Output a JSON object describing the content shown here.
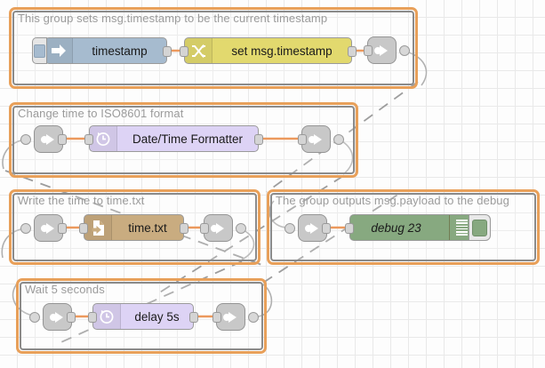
{
  "app": {
    "name": "Node-RED flow editor canvas",
    "grid_size": 20,
    "colors": {
      "group_selected_border": "#e8a05a",
      "group_border": "#8b8b8b",
      "wire": "#e8833a",
      "link_wire": "#9b9b9b",
      "inject": "#a6bbcf",
      "change": "#e2d96e",
      "moment": "#ddd3f5",
      "file": "#c9ac80",
      "debug": "#87a980",
      "link_node": "#c8c8c8",
      "label_text": "#9b9b9b"
    }
  },
  "groups": [
    {
      "id": "group-timestamp",
      "label": "This group sets msg.timestamp to be the current timestamp",
      "nodes": [
        {
          "id": "inject-timestamp",
          "type": "inject",
          "label": "timestamp",
          "icon": "inject-arrow-icon"
        },
        {
          "id": "change-set-timestamp",
          "type": "change",
          "label": "set msg.timestamp",
          "icon": "shuffle-icon"
        },
        {
          "id": "link-out-1",
          "type": "link-out",
          "label": "",
          "icon": "link-out-icon"
        }
      ]
    },
    {
      "id": "group-iso8601",
      "label": "Change time to ISO8601 format",
      "nodes": [
        {
          "id": "link-in-1",
          "type": "link-in",
          "label": "",
          "icon": "link-in-icon"
        },
        {
          "id": "moment-formatter",
          "type": "moment",
          "label": "Date/Time Formatter",
          "icon": "clock-icon"
        },
        {
          "id": "link-out-2",
          "type": "link-out",
          "label": "",
          "icon": "link-out-icon"
        }
      ]
    },
    {
      "id": "group-write-file",
      "label": "Write the time to time.txt",
      "nodes": [
        {
          "id": "link-in-2",
          "type": "link-in",
          "label": "",
          "icon": "link-in-icon"
        },
        {
          "id": "file-time-txt",
          "type": "file",
          "label": "time.txt",
          "icon": "file-write-icon"
        },
        {
          "id": "link-out-3",
          "type": "link-out",
          "label": "",
          "icon": "link-out-icon"
        }
      ]
    },
    {
      "id": "group-debug",
      "label": "The group outputs msg.payload to the debug",
      "nodes": [
        {
          "id": "link-in-3",
          "type": "link-in",
          "label": "",
          "icon": "link-in-icon"
        },
        {
          "id": "debug-23",
          "type": "debug",
          "label": "debug 23",
          "icon": "debug-bars-icon",
          "toggle": "enabled"
        }
      ]
    },
    {
      "id": "group-wait",
      "label": "Wait 5 seconds",
      "nodes": [
        {
          "id": "link-in-4",
          "type": "link-in",
          "label": "",
          "icon": "link-in-icon"
        },
        {
          "id": "delay-5s",
          "type": "delay",
          "label": "delay 5s",
          "icon": "clock-icon"
        },
        {
          "id": "link-out-4",
          "type": "link-out",
          "label": "",
          "icon": "link-out-icon"
        }
      ]
    }
  ]
}
